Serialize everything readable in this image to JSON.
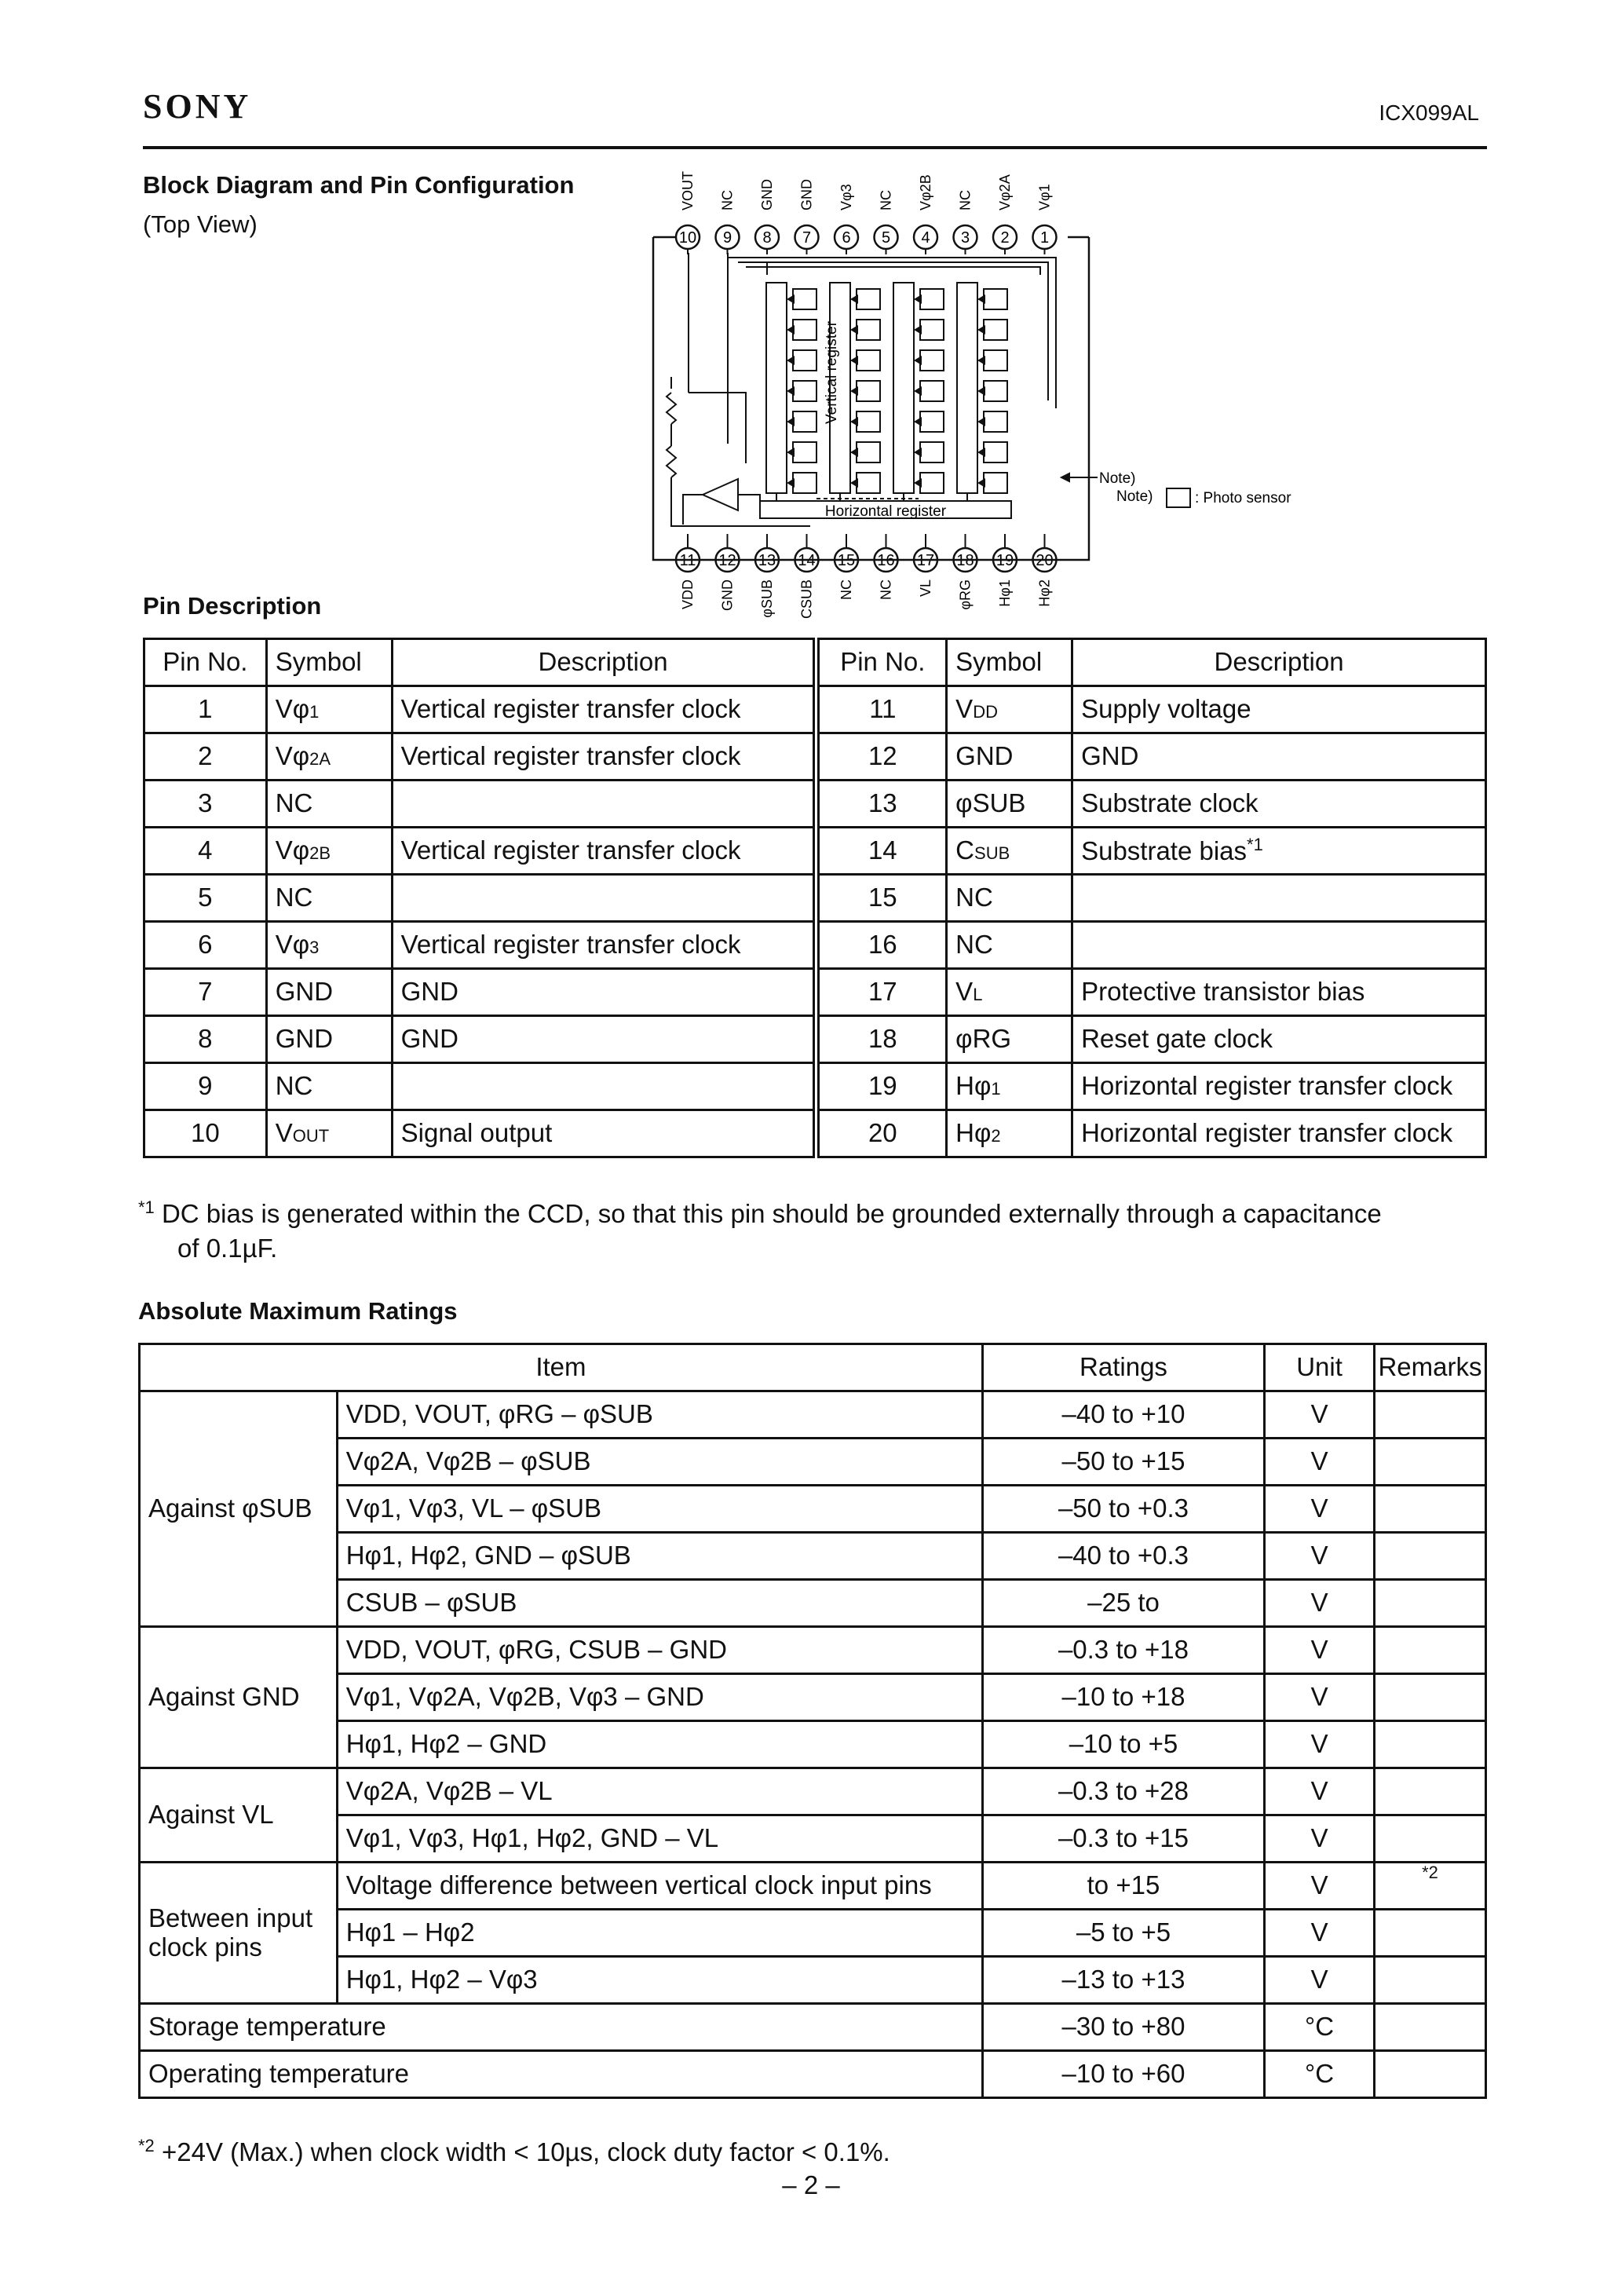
{
  "header": {
    "brand": "SONY",
    "part_number": "ICX099AL"
  },
  "block_diagram": {
    "title": "Block Diagram and Pin Configuration",
    "subtitle": "(Top View)",
    "top_pins": [
      {
        "num": "10",
        "label": "VOUT"
      },
      {
        "num": "9",
        "label": "NC"
      },
      {
        "num": "8",
        "label": "GND"
      },
      {
        "num": "7",
        "label": "GND"
      },
      {
        "num": "6",
        "label": "Vφ3"
      },
      {
        "num": "5",
        "label": "NC"
      },
      {
        "num": "4",
        "label": "Vφ2B"
      },
      {
        "num": "3",
        "label": "NC"
      },
      {
        "num": "2",
        "label": "Vφ2A"
      },
      {
        "num": "1",
        "label": "Vφ1"
      }
    ],
    "bottom_pins": [
      {
        "num": "11",
        "label": "VDD"
      },
      {
        "num": "12",
        "label": "GND"
      },
      {
        "num": "13",
        "label": "φSUB"
      },
      {
        "num": "14",
        "label": "CSUB"
      },
      {
        "num": "15",
        "label": "NC"
      },
      {
        "num": "16",
        "label": "NC"
      },
      {
        "num": "17",
        "label": "VL"
      },
      {
        "num": "18",
        "label": "φRG"
      },
      {
        "num": "19",
        "label": "Hφ1"
      },
      {
        "num": "20",
        "label": "Hφ2"
      }
    ],
    "vertical_register_label": "Vertical register",
    "horizontal_register_label": "Horizontal register",
    "note_arrow_label": "Note)",
    "legend_prefix": "Note)",
    "legend_text": ": Photo sensor"
  },
  "pin_description": {
    "title": "Pin Description",
    "headers": [
      "Pin No.",
      "Symbol",
      "Description",
      "Pin No.",
      "Symbol",
      "Description"
    ],
    "rows": [
      {
        "l_no": "1",
        "l_sym": "Vφ",
        "l_sub": "1",
        "l_desc": "Vertical register transfer clock",
        "r_no": "11",
        "r_sym": "V",
        "r_sub": "DD",
        "r_desc": "Supply voltage"
      },
      {
        "l_no": "2",
        "l_sym": "Vφ",
        "l_sub": "2A",
        "l_desc": "Vertical register transfer clock",
        "r_no": "12",
        "r_sym": "GND",
        "r_sub": "",
        "r_desc": "GND"
      },
      {
        "l_no": "3",
        "l_sym": "NC",
        "l_sub": "",
        "l_desc": "",
        "r_no": "13",
        "r_sym": "φSUB",
        "r_sub": "",
        "r_desc": "Substrate clock"
      },
      {
        "l_no": "4",
        "l_sym": "Vφ",
        "l_sub": "2B",
        "l_desc": "Vertical register transfer clock",
        "r_no": "14",
        "r_sym": "C",
        "r_sub": "SUB",
        "r_desc": "Substrate bias*1"
      },
      {
        "l_no": "5",
        "l_sym": "NC",
        "l_sub": "",
        "l_desc": "",
        "r_no": "15",
        "r_sym": "NC",
        "r_sub": "",
        "r_desc": ""
      },
      {
        "l_no": "6",
        "l_sym": "Vφ",
        "l_sub": "3",
        "l_desc": "Vertical register transfer clock",
        "r_no": "16",
        "r_sym": "NC",
        "r_sub": "",
        "r_desc": ""
      },
      {
        "l_no": "7",
        "l_sym": "GND",
        "l_sub": "",
        "l_desc": "GND",
        "r_no": "17",
        "r_sym": "V",
        "r_sub": "L",
        "r_desc": "Protective transistor bias"
      },
      {
        "l_no": "8",
        "l_sym": "GND",
        "l_sub": "",
        "l_desc": "GND",
        "r_no": "18",
        "r_sym": "φRG",
        "r_sub": "",
        "r_desc": "Reset gate clock"
      },
      {
        "l_no": "9",
        "l_sym": "NC",
        "l_sub": "",
        "l_desc": "",
        "r_no": "19",
        "r_sym": "Hφ",
        "r_sub": "1",
        "r_desc": "Horizontal register transfer clock"
      },
      {
        "l_no": "10",
        "l_sym": "V",
        "l_sub": "OUT",
        "l_desc": "Signal output",
        "r_no": "20",
        "r_sym": "Hφ",
        "r_sub": "2",
        "r_desc": "Horizontal register transfer clock"
      }
    ],
    "footnote_mark": "*1",
    "footnote_line1": "DC bias is generated within the CCD, so that this pin should be grounded externally through a capacitance",
    "footnote_line2": "of 0.1µF."
  },
  "absolute_max_ratings": {
    "title": "Absolute Maximum Ratings",
    "headers": {
      "item": "Item",
      "ratings": "Ratings",
      "unit": "Unit",
      "remarks": "Remarks"
    },
    "groups": [
      {
        "label": "Against φSUB",
        "rows": [
          {
            "item": "VDD, VOUT, φRG – φSUB",
            "rating": "–40 to +10",
            "unit": "V",
            "remark": ""
          },
          {
            "item": "Vφ2A, Vφ2B – φSUB",
            "rating": "–50 to +15",
            "unit": "V",
            "remark": ""
          },
          {
            "item": "Vφ1, Vφ3, VL – φSUB",
            "rating": "–50 to +0.3",
            "unit": "V",
            "remark": ""
          },
          {
            "item": "Hφ1, Hφ2, GND – φSUB",
            "rating": "–40 to +0.3",
            "unit": "V",
            "remark": ""
          },
          {
            "item": "CSUB – φSUB",
            "rating": "–25 to",
            "unit": "V",
            "remark": ""
          }
        ]
      },
      {
        "label": "Against GND",
        "rows": [
          {
            "item": "VDD, VOUT, φRG, CSUB – GND",
            "rating": "–0.3 to +18",
            "unit": "V",
            "remark": ""
          },
          {
            "item": "Vφ1, Vφ2A, Vφ2B, Vφ3 – GND",
            "rating": "–10 to +18",
            "unit": "V",
            "remark": ""
          },
          {
            "item": "Hφ1, Hφ2 – GND",
            "rating": "–10 to +5",
            "unit": "V",
            "remark": ""
          }
        ]
      },
      {
        "label": "Against VL",
        "rows": [
          {
            "item": "Vφ2A, Vφ2B – VL",
            "rating": "–0.3 to +28",
            "unit": "V",
            "remark": ""
          },
          {
            "item": "Vφ1, Vφ3, Hφ1, Hφ2, GND – VL",
            "rating": "–0.3 to +15",
            "unit": "V",
            "remark": ""
          }
        ]
      },
      {
        "label": "Between input clock pins",
        "rows": [
          {
            "item": "Voltage difference between vertical clock input pins",
            "rating": "to +15",
            "unit": "V",
            "remark": "*2"
          },
          {
            "item": "Hφ1 – Hφ2",
            "rating": "–5 to +5",
            "unit": "V",
            "remark": ""
          },
          {
            "item": "Hφ1, Hφ2 – Vφ3",
            "rating": "–13 to +13",
            "unit": "V",
            "remark": ""
          }
        ]
      }
    ],
    "single_rows": [
      {
        "item": "Storage temperature",
        "rating": "–30 to +80",
        "unit": "°C",
        "remark": ""
      },
      {
        "item": "Operating temperature",
        "rating": "–10 to +60",
        "unit": "°C",
        "remark": ""
      }
    ],
    "footnote_mark": "*2",
    "footnote_text": "+24V (Max.) when clock width < 10µs, clock duty factor < 0.1%."
  },
  "footer": {
    "page_number": "– 2 –"
  }
}
